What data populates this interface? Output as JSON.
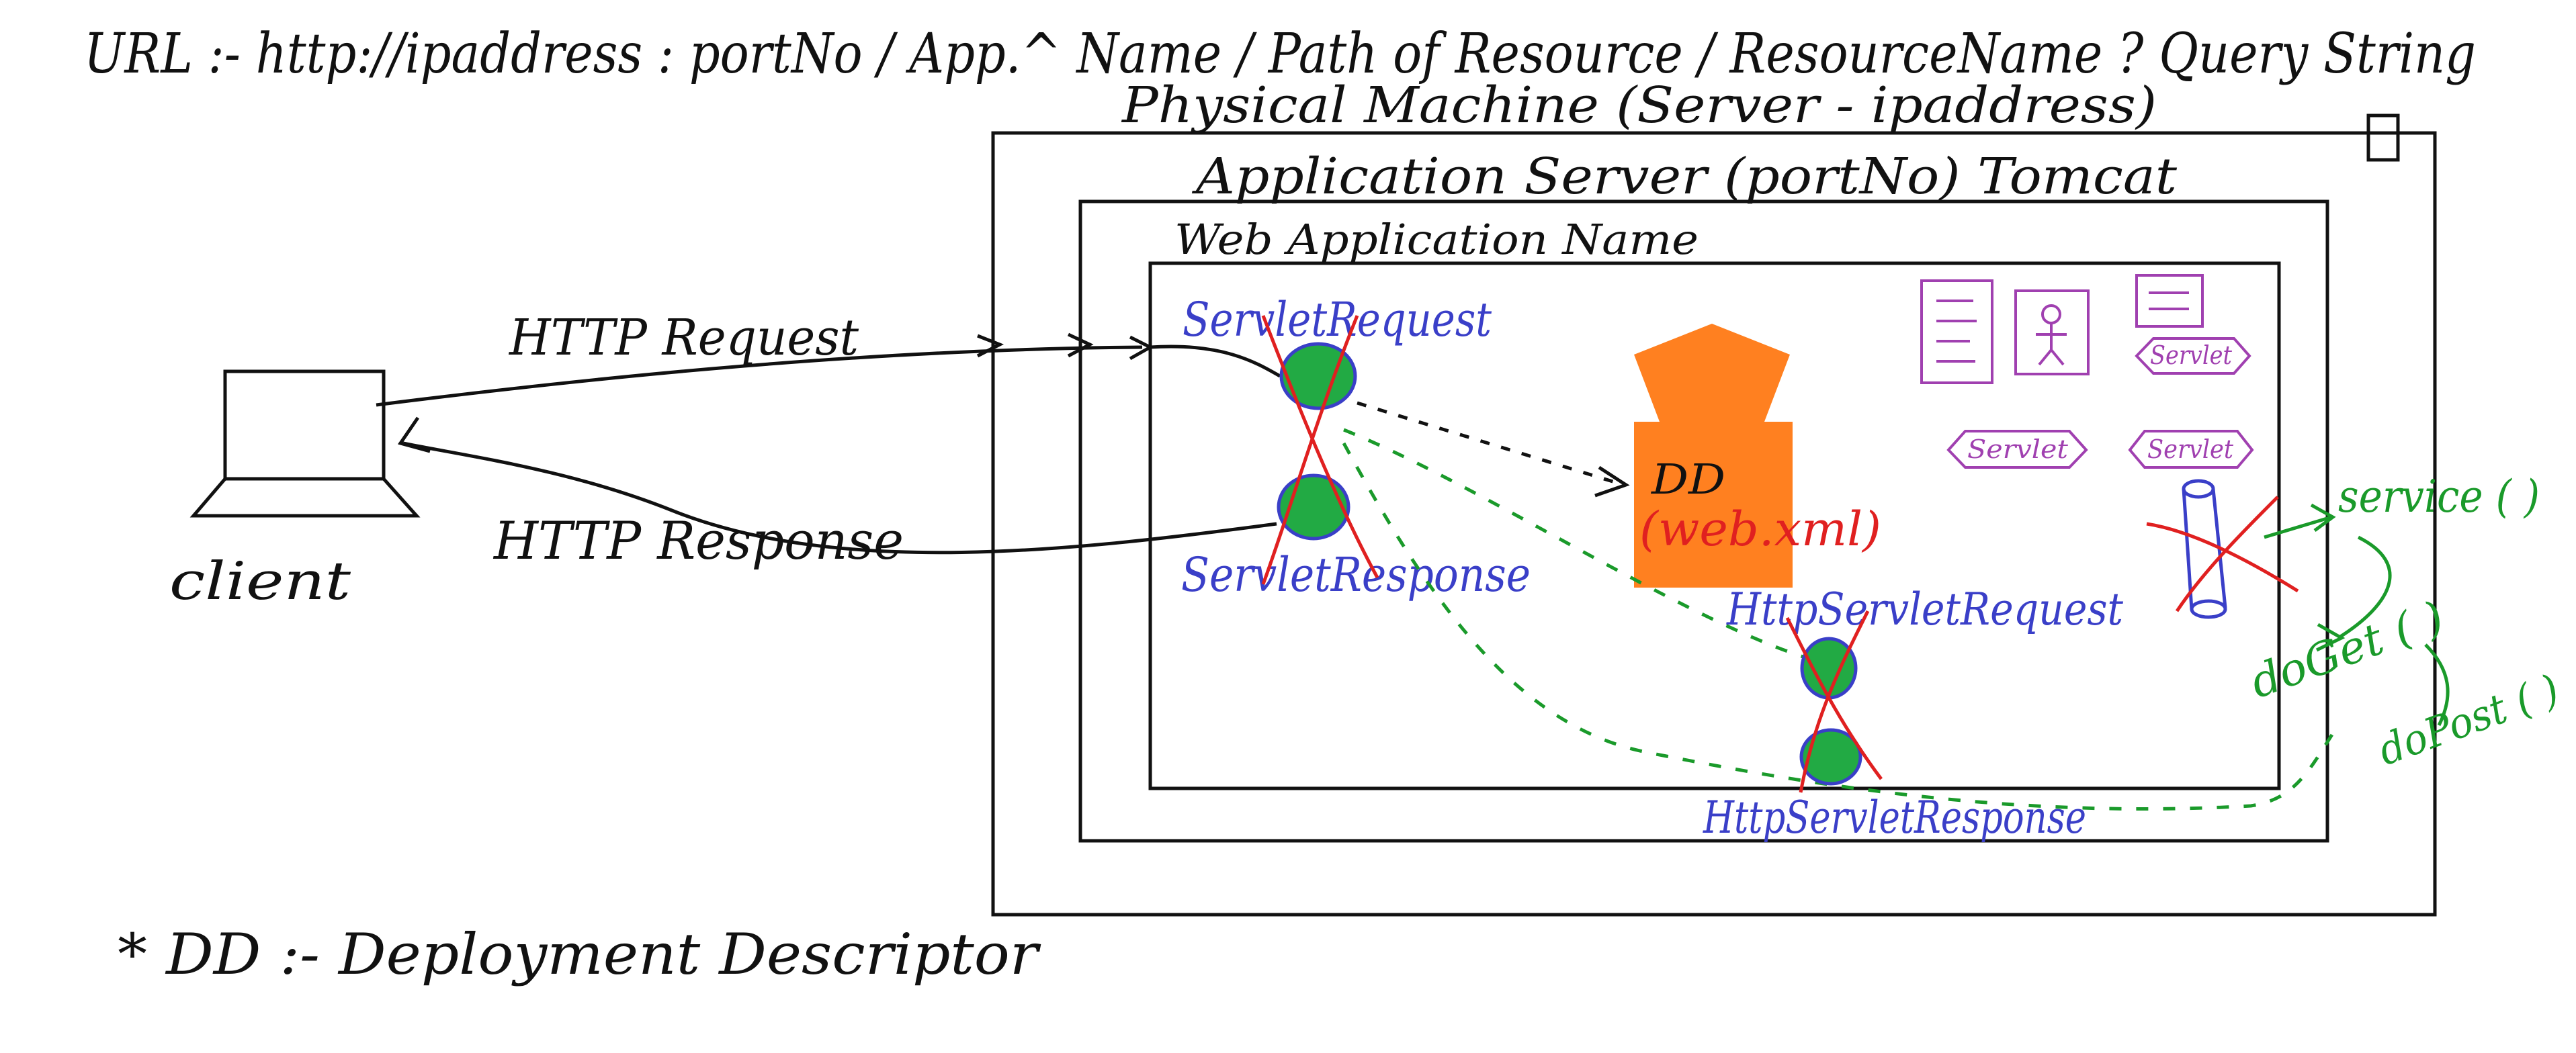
{
  "url_line": "URL :- http://ipaddress : portNo / App.^ Name / Path of Resource / ResourceName ? Query String",
  "boxes": {
    "physical_machine": "Physical Machine (Server - ipaddress)",
    "application_server": "Application Server (portNo) Tomcat",
    "web_application": "Web Application Name"
  },
  "client": {
    "label": "client"
  },
  "http": {
    "request": "HTTP Request",
    "response": "HTTP Response"
  },
  "servlet_objects": {
    "request": "ServletRequest",
    "response": "ServletResponse",
    "http_request": "HttpServletRequest",
    "http_response": "HttpServletResponse"
  },
  "dd": {
    "label": "DD",
    "file": "(web.xml)"
  },
  "servlets": [
    "Servlet",
    "Servlet",
    "Servlet"
  ],
  "methods": [
    "service ( )",
    "doGet ( )",
    "doPost ( )"
  ],
  "footnote": "* DD :- Deployment Descriptor",
  "colors": {
    "ink": "#111111",
    "blue": "#3a3fc8",
    "red": "#e02020",
    "green": "#1a9a2a",
    "purple": "#a040b0",
    "orange": "#ff8020",
    "dot_green": "#22aa44"
  }
}
